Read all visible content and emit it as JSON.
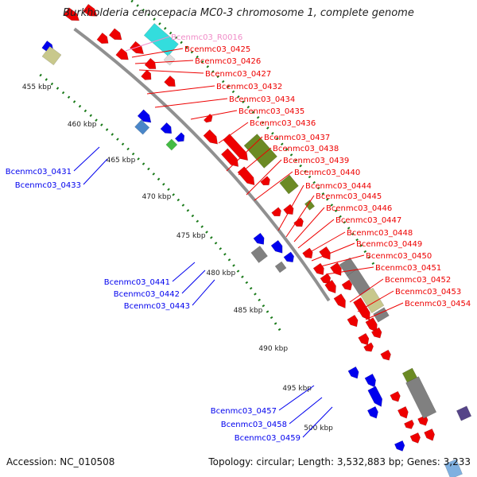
{
  "title": "Burkholderia cenocepacia MC0-3 chromosome 1, complete genome",
  "accession": "Accession: NC_010508",
  "topology": "Topology: circular; Length: 3,532,883 bp; Genes: 3,233",
  "colors": {
    "cds_forward": "#0000ee",
    "cds_reverse": "#ee0000",
    "rna": "#f08cc8",
    "cog_gray": "#808080",
    "cog_olive": "#6b8a24",
    "cog_khaki": "#c8c88c",
    "cog_cyan": "#33dddd",
    "cog_steel": "#4a86c8",
    "cog_green": "#44bb44",
    "cog_purple": "#554488",
    "backbone": "#909090",
    "tick": "#1a7a1a"
  },
  "kbp_ticks": [
    "455 kbp",
    "460 kbp",
    "465 kbp",
    "470 kbp",
    "475 kbp",
    "480 kbp",
    "485 kbp",
    "490 kbp",
    "495 kbp",
    "500 kbp"
  ],
  "labels_right": [
    {
      "text": "Bcenmc03_R0016",
      "type": "rna"
    },
    {
      "text": "Bcenmc03_0425",
      "type": "reverse"
    },
    {
      "text": "Bcenmc03_0426",
      "type": "reverse"
    },
    {
      "text": "Bcenmc03_0427",
      "type": "reverse"
    },
    {
      "text": "Bcenmc03_0432",
      "type": "reverse"
    },
    {
      "text": "Bcenmc03_0434",
      "type": "reverse"
    },
    {
      "text": "Bcenmc03_0435",
      "type": "reverse"
    },
    {
      "text": "Bcenmc03_0436",
      "type": "reverse"
    },
    {
      "text": "Bcenmc03_0437",
      "type": "reverse"
    },
    {
      "text": "Bcenmc03_0438",
      "type": "reverse"
    },
    {
      "text": "Bcenmc03_0439",
      "type": "reverse"
    },
    {
      "text": "Bcenmc03_0440",
      "type": "reverse"
    },
    {
      "text": "Bcenmc03_0444",
      "type": "reverse"
    },
    {
      "text": "Bcenmc03_0445",
      "type": "reverse"
    },
    {
      "text": "Bcenmc03_0446",
      "type": "reverse"
    },
    {
      "text": "Bcenmc03_0447",
      "type": "reverse"
    },
    {
      "text": "Bcenmc03_0448",
      "type": "reverse"
    },
    {
      "text": "Bcenmc03_0449",
      "type": "reverse"
    },
    {
      "text": "Bcenmc03_0450",
      "type": "reverse"
    },
    {
      "text": "Bcenmc03_0451",
      "type": "reverse"
    },
    {
      "text": "Bcenmc03_0452",
      "type": "reverse"
    },
    {
      "text": "Bcenmc03_0453",
      "type": "reverse"
    },
    {
      "text": "Bcenmc03_0454",
      "type": "reverse"
    }
  ],
  "labels_left": [
    {
      "text": "Bcenmc03_0431",
      "type": "forward"
    },
    {
      "text": "Bcenmc03_0433",
      "type": "forward"
    },
    {
      "text": "Bcenmc03_0441",
      "type": "forward"
    },
    {
      "text": "Bcenmc03_0442",
      "type": "forward"
    },
    {
      "text": "Bcenmc03_0443",
      "type": "forward"
    },
    {
      "text": "Bcenmc03_0457",
      "type": "forward"
    },
    {
      "text": "Bcenmc03_0458",
      "type": "forward"
    },
    {
      "text": "Bcenmc03_0459",
      "type": "forward"
    }
  ]
}
